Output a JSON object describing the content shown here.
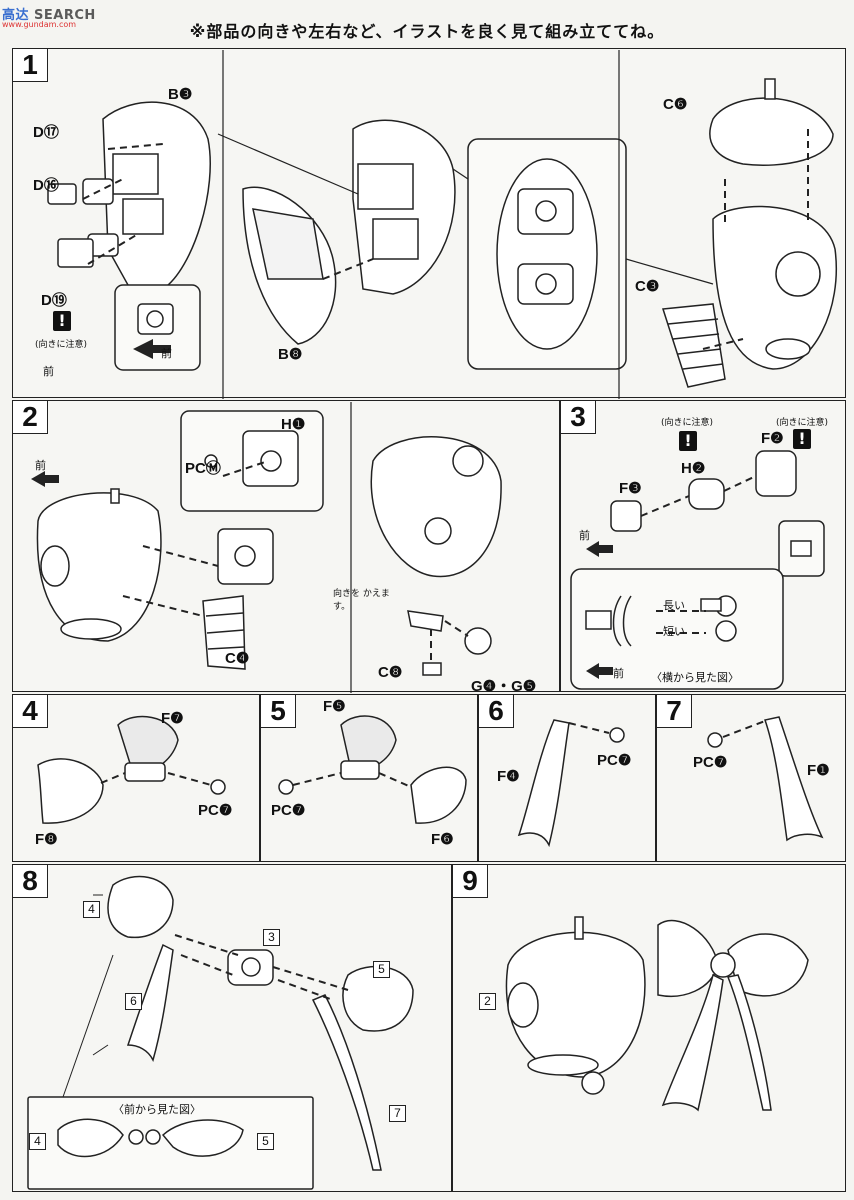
{
  "watermark": {
    "brand_a": "高达",
    "brand_b": "SEARCH",
    "sub": "www.gundam.com"
  },
  "header": {
    "instruction": "※部品の向きや左右など、イラストを良く見て組み立ててね。"
  },
  "steps": [
    "1",
    "2",
    "3",
    "4",
    "5",
    "6",
    "7",
    "8",
    "9"
  ],
  "step1": {
    "b3": "B❸",
    "d17": "D⑰",
    "d16": "D⑯",
    "d19": "D⑲",
    "b8": "B❽",
    "c6": "C❻",
    "c3": "C❸",
    "caution": "(向きに注意)",
    "front": "前"
  },
  "step2": {
    "h1": "H❶",
    "pcm": "PCⓂ",
    "c4": "C❹",
    "c8": "C❽",
    "g4g5": "G❹・G❺",
    "front": "前",
    "turn": "向きを かえます。"
  },
  "step3": {
    "caution_a": "(向きに注意)",
    "caution_b": "(向きに注意)",
    "h2": "H❷",
    "f2": "F❷",
    "f3": "F❸",
    "front": "前",
    "long": "長い",
    "short": "短い",
    "front2": "前",
    "side_view": "〈横から見た図〉"
  },
  "step4": {
    "f7": "F❼",
    "pc7": "PC❼",
    "f8": "F❽"
  },
  "step5": {
    "f5": "F❺",
    "pc7": "PC❼",
    "f6": "F❻"
  },
  "step6": {
    "f4": "F❹",
    "pc7": "PC❼"
  },
  "step7": {
    "pc7": "PC❼",
    "f1": "F❶"
  },
  "step8": {
    "n4": "4",
    "n3": "3",
    "n5": "5",
    "n6": "6",
    "n7": "7",
    "front_view": "〈前から見た図〉",
    "n4b": "4",
    "n5b": "5"
  },
  "step9": {
    "n2": "2"
  },
  "warn_glyph": "!"
}
